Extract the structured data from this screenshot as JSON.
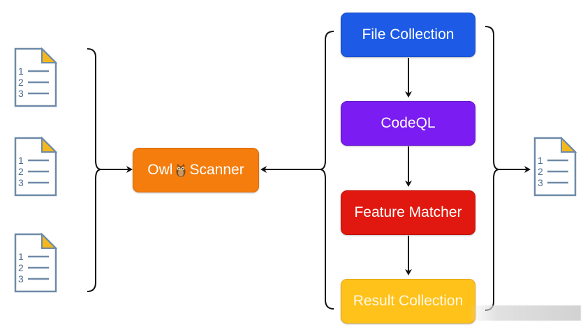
{
  "nodes": {
    "owl_scanner": {
      "label_before": "Owl",
      "label_after": "Scanner",
      "icon": "owl-icon"
    },
    "file_collection": {
      "label": "File Collection"
    },
    "codeql": {
      "label": "CodeQL"
    },
    "feature_matcher": {
      "label": "Feature Matcher"
    },
    "result_collection": {
      "label": "Result Collection"
    }
  },
  "input_documents": [
    {
      "lines": [
        "1",
        "2",
        "3"
      ]
    },
    {
      "lines": [
        "1",
        "2",
        "3"
      ]
    },
    {
      "lines": [
        "1",
        "2",
        "3"
      ]
    }
  ],
  "output_document": {
    "lines": [
      "1",
      "2",
      "3"
    ]
  },
  "colors": {
    "owl_scanner": "#f47d0e",
    "file_collection": "#1d5be6",
    "codeql": "#7a1cf2",
    "feature_matcher": "#e0180f",
    "result_collection": "#ffc21a",
    "doc_fold": "#f5b81c",
    "doc_border": "#6f8aa8"
  }
}
